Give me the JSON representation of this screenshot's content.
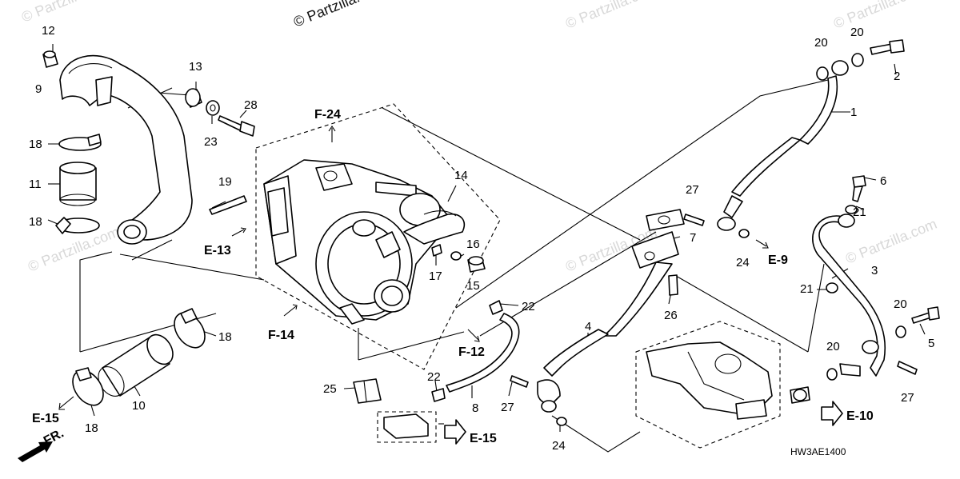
{
  "watermarks": {
    "top": "© Partzilla.com",
    "faint": "© Partzilla.com"
  },
  "diagram_code": "HW3AE1400",
  "direction_label": "FR.",
  "callouts": [
    {
      "id": "c1",
      "text": "1"
    },
    {
      "id": "c2",
      "text": "2"
    },
    {
      "id": "c3",
      "text": "3"
    },
    {
      "id": "c4",
      "text": "4"
    },
    {
      "id": "c5",
      "text": "5"
    },
    {
      "id": "c6",
      "text": "6"
    },
    {
      "id": "c7",
      "text": "7"
    },
    {
      "id": "c8",
      "text": "8"
    },
    {
      "id": "c9",
      "text": "9"
    },
    {
      "id": "c10",
      "text": "10"
    },
    {
      "id": "c11",
      "text": "11"
    },
    {
      "id": "c12",
      "text": "12"
    },
    {
      "id": "c13",
      "text": "13"
    },
    {
      "id": "c14",
      "text": "14"
    },
    {
      "id": "c15",
      "text": "15"
    },
    {
      "id": "c16",
      "text": "16"
    },
    {
      "id": "c17",
      "text": "17"
    },
    {
      "id": "c18a",
      "text": "18"
    },
    {
      "id": "c18b",
      "text": "18"
    },
    {
      "id": "c18c",
      "text": "18"
    },
    {
      "id": "c18d",
      "text": "18"
    },
    {
      "id": "c19",
      "text": "19"
    },
    {
      "id": "c20a",
      "text": "20"
    },
    {
      "id": "c20b",
      "text": "20"
    },
    {
      "id": "c20c",
      "text": "20"
    },
    {
      "id": "c20d",
      "text": "20"
    },
    {
      "id": "c21a",
      "text": "21"
    },
    {
      "id": "c21b",
      "text": "21"
    },
    {
      "id": "c22a",
      "text": "22"
    },
    {
      "id": "c22b",
      "text": "22"
    },
    {
      "id": "c23",
      "text": "23"
    },
    {
      "id": "c24a",
      "text": "24"
    },
    {
      "id": "c24b",
      "text": "24"
    },
    {
      "id": "c25",
      "text": "25"
    },
    {
      "id": "c26",
      "text": "26"
    },
    {
      "id": "c27a",
      "text": "27"
    },
    {
      "id": "c27b",
      "text": "27"
    },
    {
      "id": "c27c",
      "text": "27"
    },
    {
      "id": "c28",
      "text": "28"
    }
  ],
  "references": [
    {
      "id": "f24",
      "text": "F-24"
    },
    {
      "id": "e13",
      "text": "E-13"
    },
    {
      "id": "f14",
      "text": "F-14"
    },
    {
      "id": "f12",
      "text": "F-12"
    },
    {
      "id": "e15a",
      "text": "E-15"
    },
    {
      "id": "e15b",
      "text": "E-15"
    },
    {
      "id": "e9",
      "text": "E-9"
    },
    {
      "id": "e10",
      "text": "E-10"
    }
  ]
}
